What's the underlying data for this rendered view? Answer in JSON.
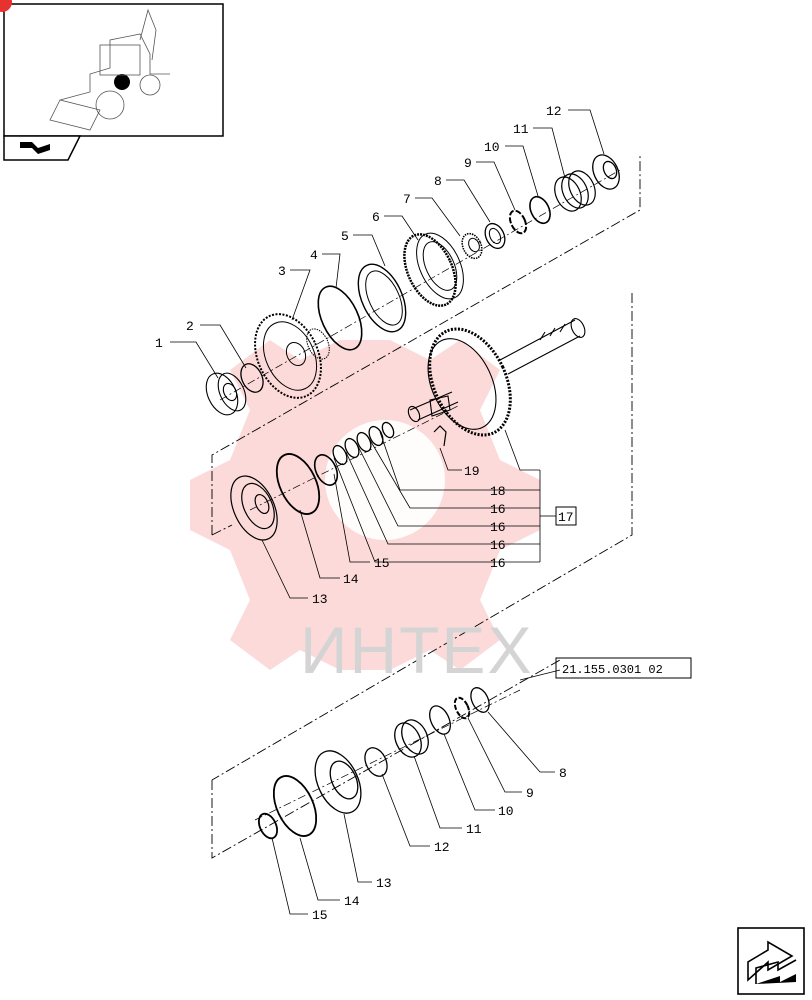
{
  "watermark": "ИНТЕХ",
  "reference": "21.155.0301 02",
  "group_box": "17",
  "callouts": {
    "c1": "1",
    "c2": "2",
    "c3": "3",
    "c4": "4",
    "c5": "5",
    "c6": "6",
    "c7": "7",
    "c8": "8",
    "c9": "9",
    "c10": "10",
    "c11": "11",
    "c12": "12",
    "c13": "13",
    "c14": "14",
    "c15": "15",
    "c16a": "16",
    "c16b": "16",
    "c16c": "16",
    "c16d": "16",
    "c18": "18",
    "c19": "19",
    "l8": "8",
    "l9": "9",
    "l10": "10",
    "l11": "11",
    "l12": "12",
    "l13": "13",
    "l14": "14",
    "l15": "15"
  },
  "icons": {
    "thumbnail": "backhoe-loader-thumbnail",
    "nav_arrow": "return-arrow-icon"
  }
}
